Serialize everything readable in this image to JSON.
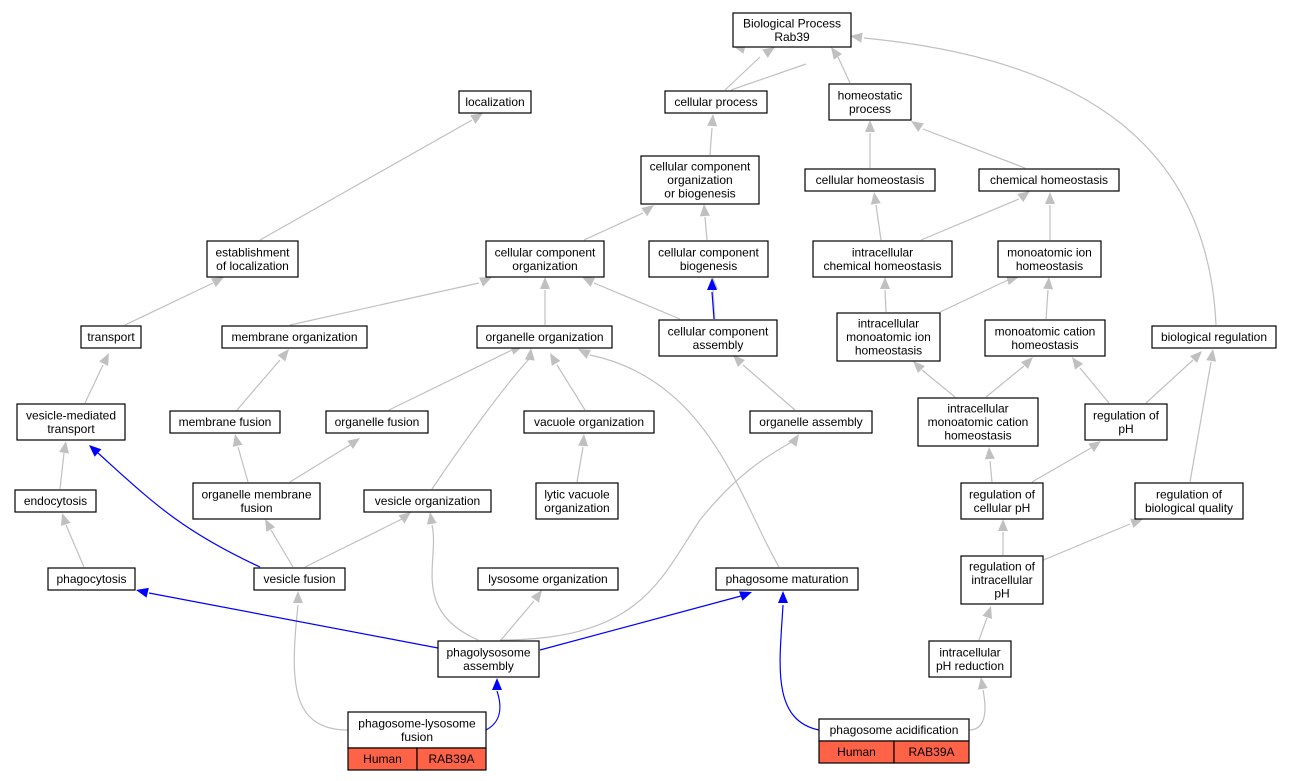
{
  "colors": {
    "edge_default": "#c0c0c0",
    "edge_highlight": "#0000ff",
    "label_fill": "#ff6347",
    "node_border": "#000000"
  },
  "nodes": {
    "root": [
      "Biological Process",
      "Rab39"
    ],
    "localization": [
      "localization"
    ],
    "cellular_process": [
      "cellular process"
    ],
    "homeostatic_process": [
      "homeostatic",
      "process"
    ],
    "ccob": [
      "cellular component",
      "organization",
      "or biogenesis"
    ],
    "cellular_homeostasis": [
      "cellular homeostasis"
    ],
    "chemical_homeostasis": [
      "chemical homeostasis"
    ],
    "establishment_localization": [
      "establishment",
      "of localization"
    ],
    "cc_organization": [
      "cellular component",
      "organization"
    ],
    "cc_biogenesis": [
      "cellular component",
      "biogenesis"
    ],
    "intracellular_chem_homeostasis": [
      "intracellular",
      "chemical homeostasis"
    ],
    "monoatomic_ion_homeostasis": [
      "monoatomic ion",
      "homeostasis"
    ],
    "transport": [
      "transport"
    ],
    "membrane_organization": [
      "membrane organization"
    ],
    "organelle_organization": [
      "organelle organization"
    ],
    "cc_assembly": [
      "cellular component",
      "assembly"
    ],
    "intracellular_mono_ion_homeostasis": [
      "intracellular",
      "monoatomic ion",
      "homeostasis"
    ],
    "mono_cation_homeostasis": [
      "monoatomic cation",
      "homeostasis"
    ],
    "biological_regulation": [
      "biological regulation"
    ],
    "vesicle_mediated_transport": [
      "vesicle-mediated",
      "transport"
    ],
    "membrane_fusion": [
      "membrane fusion"
    ],
    "organelle_fusion": [
      "organelle fusion"
    ],
    "vacuole_organization": [
      "vacuole organization"
    ],
    "organelle_assembly": [
      "organelle assembly"
    ],
    "intracellular_mono_cation_homeostasis": [
      "intracellular",
      "monoatomic cation",
      "homeostasis"
    ],
    "regulation_ph": [
      "regulation of",
      "pH"
    ],
    "endocytosis": [
      "endocytosis"
    ],
    "organelle_membrane_fusion": [
      "organelle membrane",
      "fusion"
    ],
    "vesicle_organization": [
      "vesicle organization"
    ],
    "lytic_vacuole_organization": [
      "lytic vacuole",
      "organization"
    ],
    "regulation_cellular_ph": [
      "regulation of",
      "cellular pH"
    ],
    "regulation_bio_quality": [
      "regulation of",
      "biological quality"
    ],
    "phagocytosis": [
      "phagocytosis"
    ],
    "vesicle_fusion": [
      "vesicle fusion"
    ],
    "lysosome_organization": [
      "lysosome organization"
    ],
    "phagosome_maturation": [
      "phagosome maturation"
    ],
    "regulation_intracellular_ph": [
      "regulation of",
      "intracellular",
      "pH"
    ],
    "phagolysosome_assembly": [
      "phagolysosome",
      "assembly"
    ],
    "intracellular_ph_reduction": [
      "intracellular",
      "pH reduction"
    ],
    "phagosome_lysosome_fusion": [
      "phagosome-lysosome",
      "fusion"
    ],
    "phagosome_acidification": [
      "phagosome acidification"
    ]
  },
  "annotations": {
    "phagosome_lysosome_fusion": [
      "Human",
      "RAB39A"
    ],
    "phagosome_acidification": [
      "Human",
      "RAB39A"
    ]
  }
}
